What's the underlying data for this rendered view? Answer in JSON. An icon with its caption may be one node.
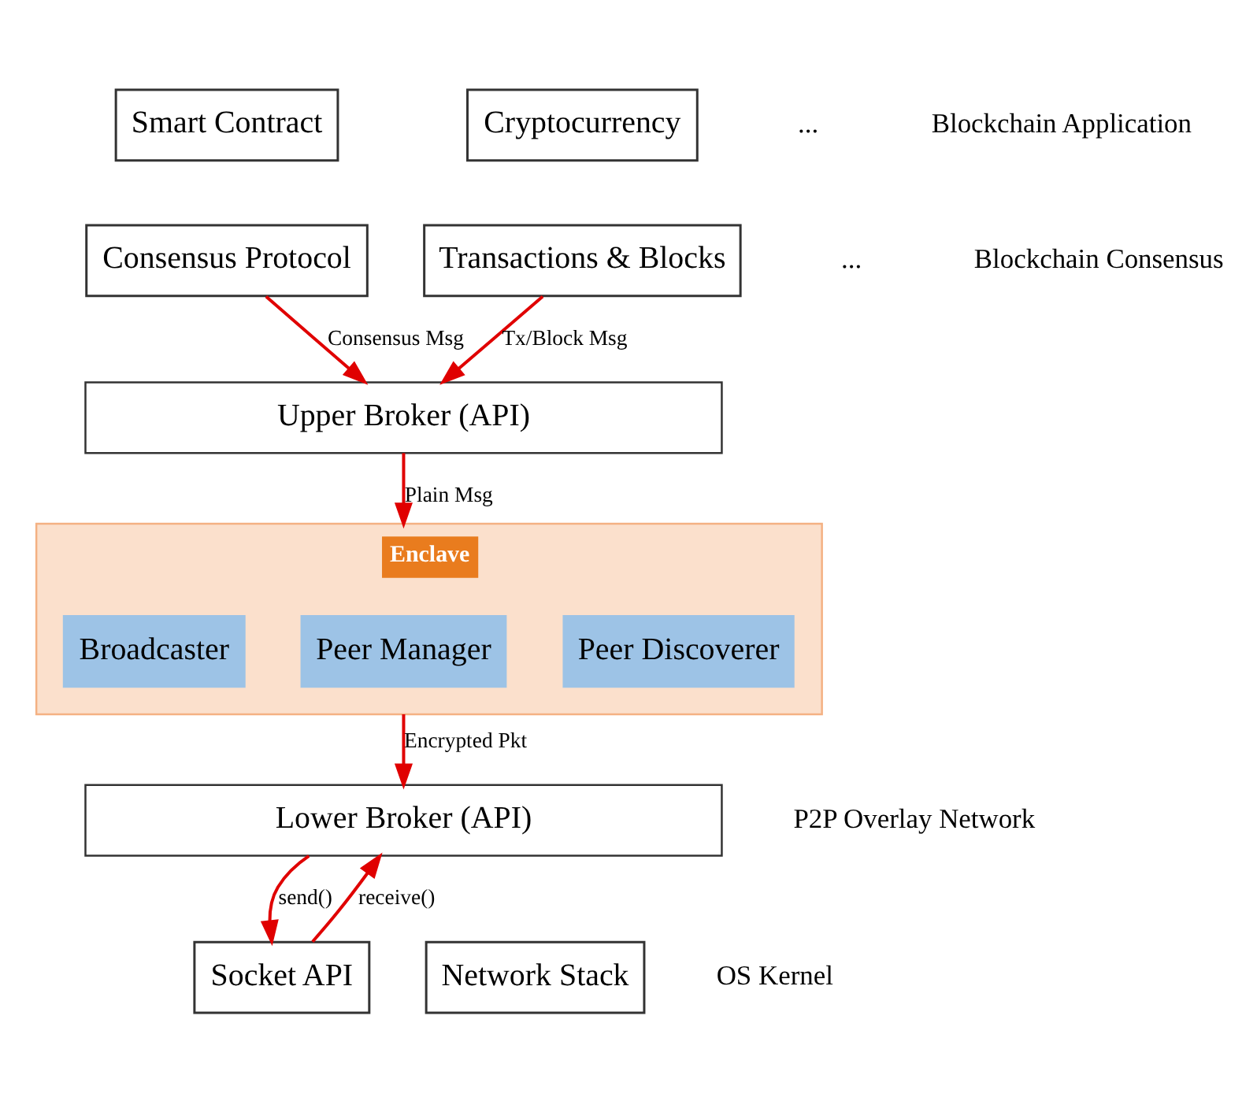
{
  "diagram": {
    "nodes": [
      {
        "text": [
          "Smart Contract"
        ]
      },
      {
        "text": [
          "Cryptocurrency"
        ]
      },
      {
        "text": [
          "Consensus Protocol"
        ]
      },
      {
        "text": [
          "Transactions & Blocks"
        ]
      },
      {
        "text": [
          "Upper Broker (API)"
        ]
      },
      {
        "text": [
          "Enclave"
        ]
      },
      {
        "text": [
          "Peer Discoverer"
        ],
        "in": 5
      },
      {
        "text": [
          "Peer Manager"
        ],
        "in": 5
      },
      {
        "text": [
          "Broadcaster"
        ],
        "in": 5
      },
      {
        "text": [
          "Lower Broker (API)"
        ]
      },
      {
        "text": [
          "Socket API"
        ]
      },
      {
        "text": [
          "Network Stack"
        ]
      }
    ],
    "edges": [
      {
        "from": 2,
        "to": 4,
        "arrow": "to",
        "label": "Consensus Msg"
      },
      {
        "from": 3,
        "to": 4,
        "arrow": "to",
        "label": "Tx/Block Msg"
      },
      {
        "from": 4,
        "to": 5,
        "arrow": "to",
        "label": "Plain Msg"
      },
      {
        "from": 5,
        "to": 9,
        "arrow": "to",
        "label": "Encrypted Pkt"
      },
      {
        "from": 9,
        "to": 10,
        "arrow": "to",
        "label": "send()"
      },
      {
        "from": 10,
        "to": 9,
        "arrow": "to",
        "label": "receive()"
      }
    ],
    "labels": [
      "...",
      "Blockchain Application",
      "...",
      "Blockchain Consensus",
      "P2P Overlay Network",
      "OS Kernel"
    ]
  }
}
